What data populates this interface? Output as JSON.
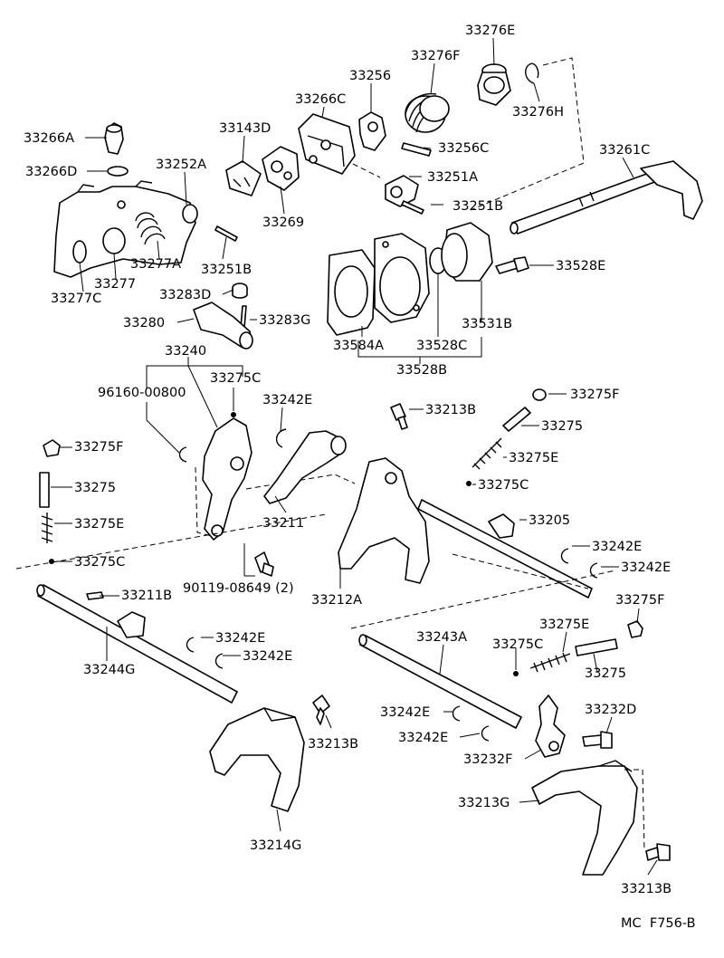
{
  "diagram": {
    "figure_code": "MC  F756-B",
    "labels": [
      {
        "id": "33276E",
        "text": "33276E"
      },
      {
        "id": "33256",
        "text": "33256"
      },
      {
        "id": "33276F",
        "text": "33276F"
      },
      {
        "id": "33266C",
        "text": "33266C"
      },
      {
        "id": "33276H",
        "text": "33276H"
      },
      {
        "id": "33143D",
        "text": "33143D"
      },
      {
        "id": "33256C",
        "text": "33256C"
      },
      {
        "id": "33266A",
        "text": "33266A"
      },
      {
        "id": "33261C",
        "text": "33261C"
      },
      {
        "id": "33252A",
        "text": "33252A"
      },
      {
        "id": "33251A",
        "text": "33251A"
      },
      {
        "id": "33266D",
        "text": "33266D"
      },
      {
        "id": "33251B_a",
        "text": "33251B"
      },
      {
        "id": "33269",
        "text": "33269"
      },
      {
        "id": "33277A",
        "text": "33277A"
      },
      {
        "id": "33251B_b",
        "text": "33251B"
      },
      {
        "id": "33528E",
        "text": "33528E"
      },
      {
        "id": "33277",
        "text": "33277"
      },
      {
        "id": "33277C",
        "text": "33277C"
      },
      {
        "id": "33283D",
        "text": "33283D"
      },
      {
        "id": "33283G",
        "text": "33283G"
      },
      {
        "id": "33280",
        "text": "33280"
      },
      {
        "id": "33531B",
        "text": "33531B"
      },
      {
        "id": "33584A",
        "text": "33584A"
      },
      {
        "id": "33528C",
        "text": "33528C"
      },
      {
        "id": "33528B",
        "text": "33528B"
      },
      {
        "id": "33240",
        "text": "33240"
      },
      {
        "id": "33275C_a",
        "text": "33275C"
      },
      {
        "id": "96160-00800",
        "text": "96160-00800"
      },
      {
        "id": "33242E_a",
        "text": "33242E"
      },
      {
        "id": "33213B_a",
        "text": "33213B"
      },
      {
        "id": "33275F_a",
        "text": "33275F"
      },
      {
        "id": "33275_a",
        "text": "33275"
      },
      {
        "id": "33275F_b",
        "text": "33275F"
      },
      {
        "id": "33275E_a",
        "text": "33275E"
      },
      {
        "id": "33275_b",
        "text": "33275"
      },
      {
        "id": "33275C_b",
        "text": "33275C"
      },
      {
        "id": "33275E_b",
        "text": "33275E"
      },
      {
        "id": "33211",
        "text": "33211"
      },
      {
        "id": "33205",
        "text": "33205"
      },
      {
        "id": "33275C_c",
        "text": "33275C"
      },
      {
        "id": "33242E_b",
        "text": "33242E"
      },
      {
        "id": "33242E_c",
        "text": "33242E"
      },
      {
        "id": "90119-08649",
        "text": "90119-08649 (2)"
      },
      {
        "id": "33211B",
        "text": "33211B"
      },
      {
        "id": "33212A",
        "text": "33212A"
      },
      {
        "id": "33275F_c",
        "text": "33275F"
      },
      {
        "id": "33275E_c",
        "text": "33275E"
      },
      {
        "id": "33242E_d",
        "text": "33242E"
      },
      {
        "id": "33243A",
        "text": "33243A"
      },
      {
        "id": "33275C_d",
        "text": "33275C"
      },
      {
        "id": "33244G",
        "text": "33244G"
      },
      {
        "id": "33242E_e",
        "text": "33242E"
      },
      {
        "id": "33275_c",
        "text": "33275"
      },
      {
        "id": "33232D",
        "text": "33232D"
      },
      {
        "id": "33242E_f",
        "text": "33242E"
      },
      {
        "id": "33213B_b",
        "text": "33213B"
      },
      {
        "id": "33242E_g",
        "text": "33242E"
      },
      {
        "id": "33232F",
        "text": "33232F"
      },
      {
        "id": "33213G",
        "text": "33213G"
      },
      {
        "id": "33214G",
        "text": "33214G"
      },
      {
        "id": "33213B_c",
        "text": "33213B"
      }
    ]
  }
}
